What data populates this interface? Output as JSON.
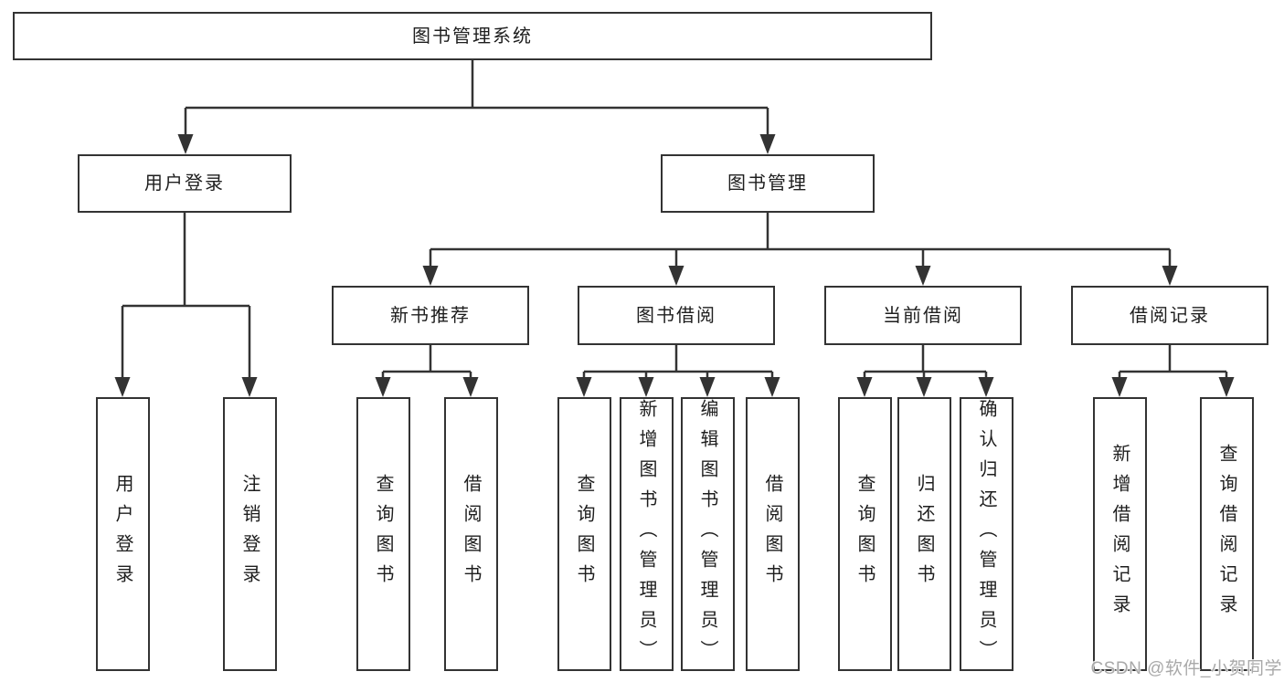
{
  "tree": {
    "root": "图书管理系统",
    "level2": [
      {
        "label": "用户登录",
        "leaves": [
          "用户登录",
          "注销登录"
        ]
      },
      {
        "label": "图书管理",
        "sections": [
          {
            "label": "新书推荐",
            "leaves": [
              "查询图书",
              "借阅图书"
            ]
          },
          {
            "label": "图书借阅",
            "leaves": [
              "查询图书",
              "新增图书（管理员）",
              "编辑图书（管理员）",
              "借阅图书"
            ]
          },
          {
            "label": "当前借阅",
            "leaves": [
              "查询图书",
              "归还图书",
              "确认归还（管理员）"
            ]
          },
          {
            "label": "借阅记录",
            "leaves": [
              "新增借阅记录",
              "查询借阅记录"
            ]
          }
        ]
      }
    ]
  },
  "watermark": "CSDN @软件_小贺同学",
  "colors": {
    "line": "#333333",
    "box_border": "#333333",
    "text": "#1e1e1e",
    "watermark": "#a9a9a9",
    "background": "#ffffff"
  }
}
